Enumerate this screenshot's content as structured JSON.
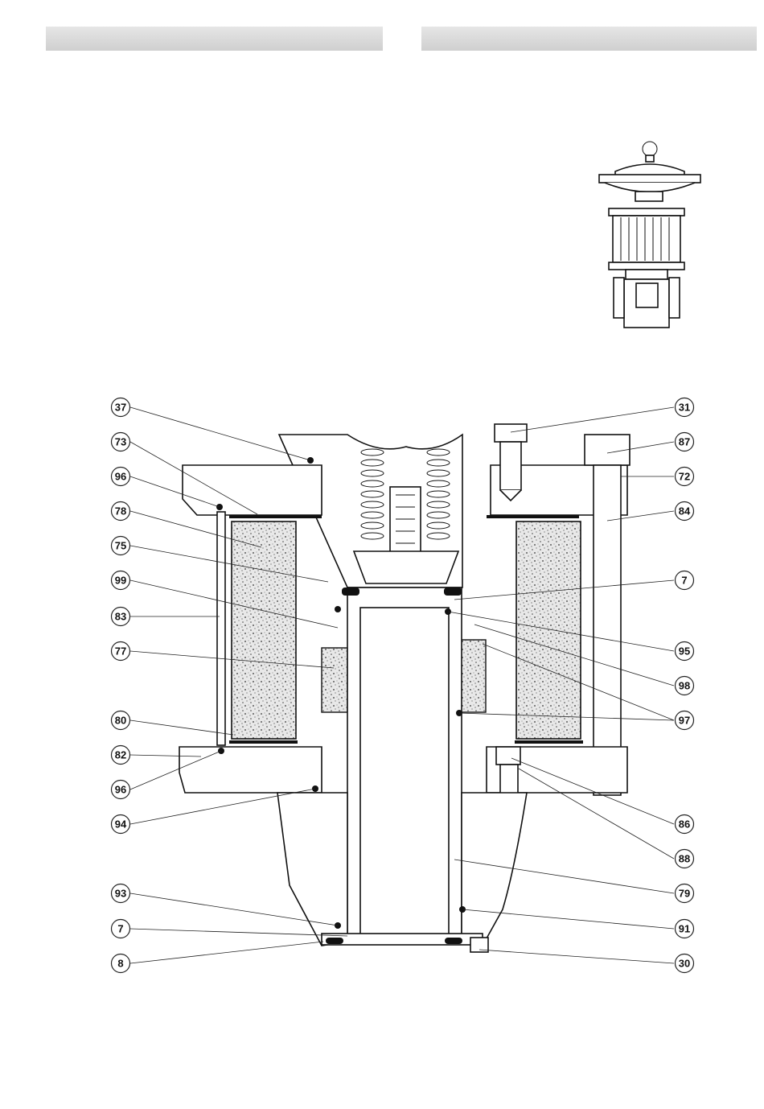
{
  "callouts": {
    "left": [
      "37",
      "73",
      "96",
      "78",
      "75",
      "99",
      "83",
      "77",
      "80",
      "82",
      "96",
      "94",
      "93",
      "7",
      "8"
    ],
    "right": [
      "31",
      "87",
      "72",
      "84",
      "7",
      "95",
      "98",
      "97",
      "86",
      "88",
      "79",
      "91",
      "30"
    ]
  }
}
